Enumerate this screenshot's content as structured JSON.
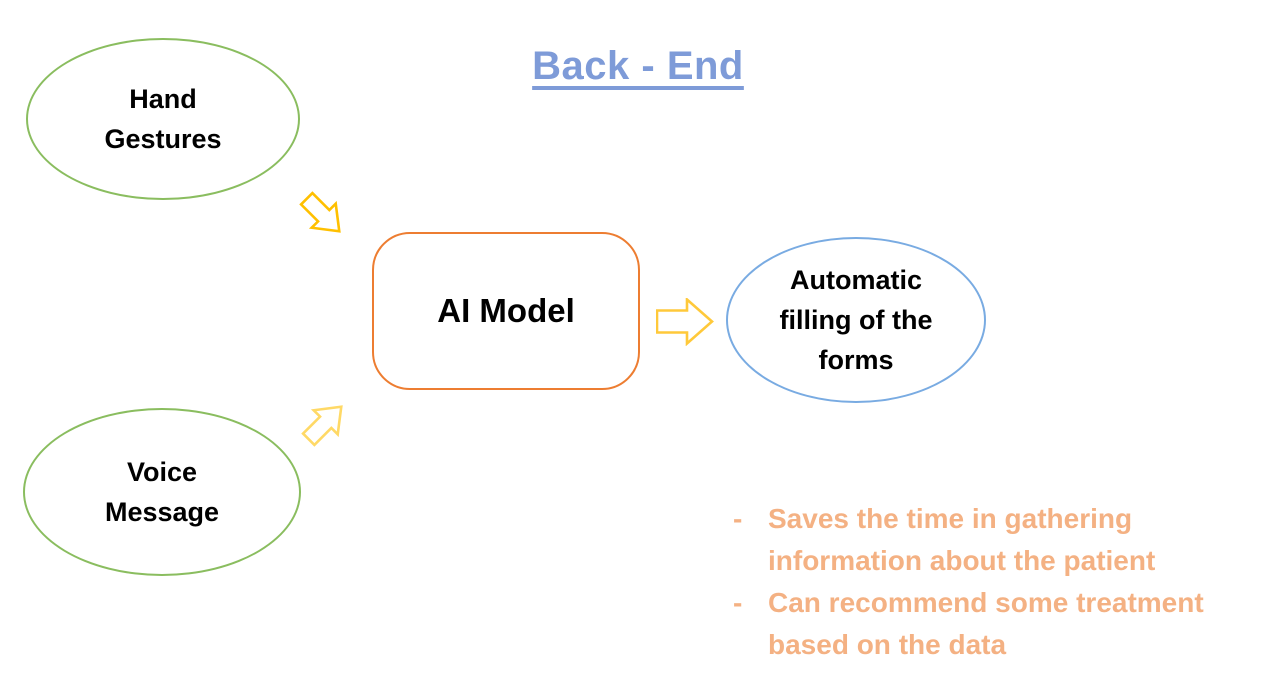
{
  "title": {
    "text": "Back - End"
  },
  "nodes": {
    "hand_gestures": {
      "label": "Hand\nGestures"
    },
    "voice_message": {
      "label": "Voice\nMessage"
    },
    "ai_model": {
      "label": "AI Model"
    },
    "automatic_filling": {
      "label": "Automatic\nfilling of the\nforms"
    }
  },
  "arrows": {
    "hand_to_ai": {
      "direction": "down-right"
    },
    "voice_to_ai": {
      "direction": "up-right"
    },
    "ai_to_output": {
      "direction": "right"
    }
  },
  "bullets": {
    "marker": "-",
    "items": [
      {
        "text": "Saves the time in gathering information about the patient"
      },
      {
        "text": "Can recommend some treatment based on the data"
      }
    ]
  },
  "colors": {
    "title_blue": "#7E9BD8",
    "input_node_green": "#8ABD5F",
    "ai_box_orange": "#ED7D31",
    "output_node_blue": "#79ABE2",
    "arrow_gold": "#FFC000",
    "arrow_yellow": "#FFC93A",
    "arrow_light_yellow": "#FFD966",
    "bullet_orange": "#F4B183",
    "shape_text_black": "#000000"
  }
}
